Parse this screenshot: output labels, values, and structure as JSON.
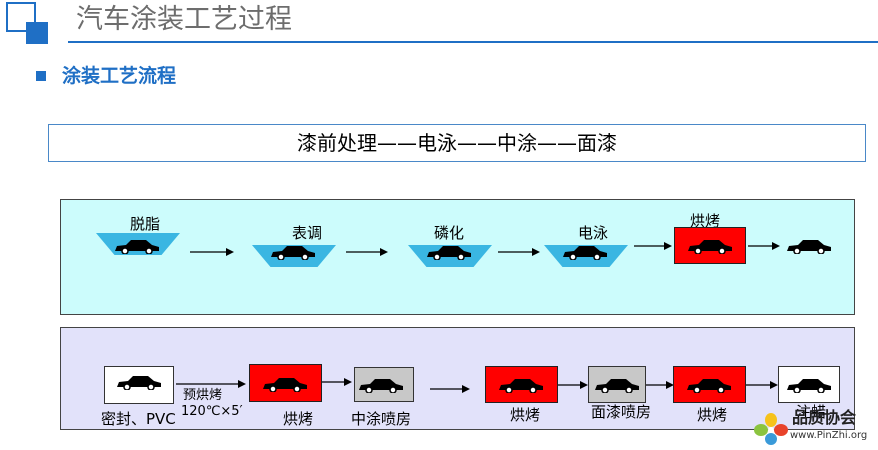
{
  "header": {
    "title": "汽车涂装工艺过程",
    "subtitle": "涂装工艺流程"
  },
  "summary": "漆前处理——电泳——中涂——面漆",
  "pretreatment": {
    "steps": [
      "脱脂",
      "表调",
      "磷化",
      "电泳",
      "烘烤"
    ]
  },
  "painting": {
    "seal": "密封、PVC",
    "preheat": "预烘烤",
    "preheat_spec": "120℃×5′",
    "bake1": "烘烤",
    "mid_booth": "中涂喷房",
    "bake2": "烘烤",
    "top_booth": "面漆喷房",
    "bake3": "烘烤",
    "wax": "注蜡"
  },
  "watermark": {
    "name": "品质协会",
    "url": "www.PinZhi.org"
  },
  "colors": {
    "brand_blue": "#1f6fc5",
    "pretreat_panel": "#ccfcfc",
    "paint_panel": "#e2e2fa",
    "tank": "#3ab6e2",
    "oven": "#ff0000"
  }
}
